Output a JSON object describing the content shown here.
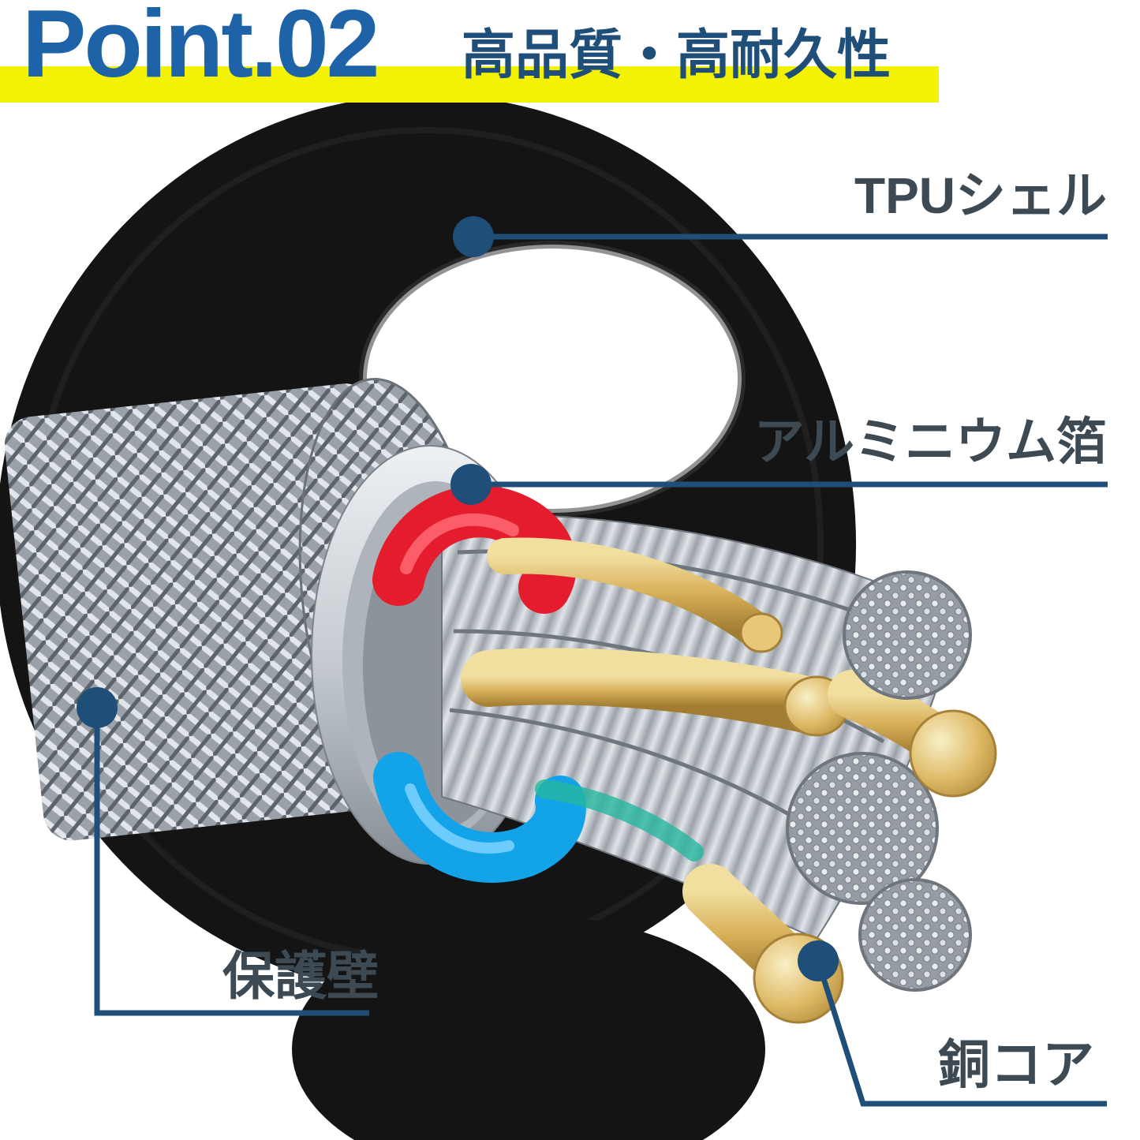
{
  "header": {
    "point_label": "Point.02",
    "subtitle": "高品質・高耐久性"
  },
  "callouts": {
    "tpu": {
      "label": "TPUシェル"
    },
    "foil": {
      "label": "アルミニウム箔"
    },
    "wall": {
      "label": "保護壁"
    },
    "core": {
      "label": "銅コア"
    }
  },
  "colors": {
    "accent_blue": "#1e63a8",
    "line_blue": "#1f4e79",
    "highlight_yellow": "#f3f203",
    "label_text": "#3d4a54",
    "subtitle_text": "#1f4e79"
  }
}
